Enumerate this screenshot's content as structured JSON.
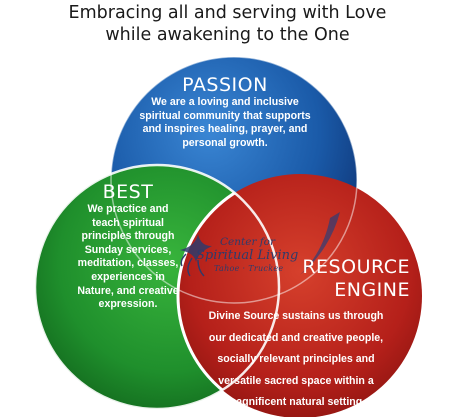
{
  "header": {
    "line1": "Embracing all and serving with Love",
    "line2": "while awakening to the One"
  },
  "sections": {
    "passion": {
      "title": "PASSION",
      "lines": [
        "We are a loving and inclusive",
        "spiritual community that supports",
        "and inspires healing, prayer, and",
        "personal growth."
      ]
    },
    "best": {
      "title": "BEST",
      "lines": [
        "We practice and",
        "teach spiritual",
        "principles through",
        "Sunday services,",
        "meditation, classes,",
        "experiences in",
        "Nature, and creative",
        "expression."
      ]
    },
    "resource": {
      "title_line1": "RESOURCE",
      "title_line2": "ENGINE",
      "lines": [
        "Divine Source sustains us through",
        "our dedicated and creative people,",
        "socially relevant principles and",
        "versatile sacred space within a",
        "magnificent natural setting."
      ]
    }
  },
  "logo": {
    "line1": "Center for",
    "line2": "Spiritual Living",
    "line3": "Tahoe · Truckee"
  },
  "colors": {
    "passion_blue": "#1a5aa8",
    "best_green": "#1f8f2c",
    "resource_red": "#b5201a"
  }
}
